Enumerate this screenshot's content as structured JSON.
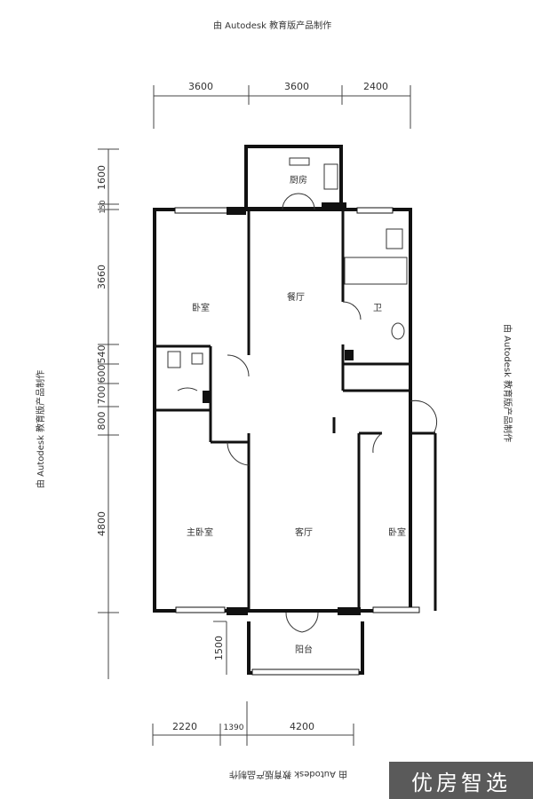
{
  "watermarks": {
    "top": "由 Autodesk 教育版产品制作",
    "bottom": "由 Autodesk 教育版产品制作",
    "left": "由 Autodesk 教育版产品制作",
    "right": "由 Autodesk 教育版产品制作"
  },
  "dimensions": {
    "top": [
      "3600",
      "3600",
      "2400"
    ],
    "left": [
      "1600",
      "150",
      "3660",
      "540",
      "600",
      "700",
      "800",
      "4800",
      "1500"
    ],
    "bottom": [
      "2220",
      "1390",
      "4200"
    ]
  },
  "rooms": {
    "kitchen": "厨房",
    "dining": "餐厅",
    "bedroom_small": "卧室",
    "bathroom": "卫",
    "master_bedroom": "主卧室",
    "living": "客厅",
    "bedroom": "卧室",
    "balcony": "阳台"
  },
  "brand": "优房智选"
}
